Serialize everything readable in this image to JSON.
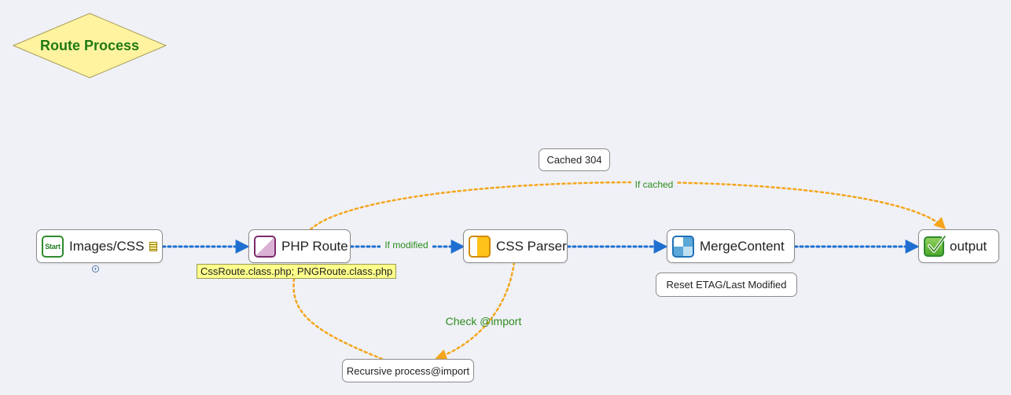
{
  "title": "Route Process",
  "nodes": {
    "images_css": {
      "label": "Images/CSS",
      "icon": "start-icon",
      "icon_text": "Start"
    },
    "php_route": {
      "label": "PHP Route",
      "icon": "php-file-icon"
    },
    "css_parser": {
      "label": "CSS Parser",
      "icon": "css-file-icon"
    },
    "merge_content": {
      "label": "MergeContent",
      "icon": "merge-icon"
    },
    "output": {
      "label": "output",
      "icon": "green-check-icon"
    }
  },
  "notes": {
    "cached": "Cached 304",
    "reset": "Reset ETAG/Last Modified",
    "recursive": "Recursive process@import"
  },
  "tooltip": "CssRoute.class.php; PNGRoute.class.php",
  "edge_labels": {
    "if_modified": "If modified",
    "if_cached": "If cached",
    "check_import": "Check @import"
  },
  "colors": {
    "flow": "#1f6fd1",
    "alternate": "#f5a51c",
    "label_green": "#2e8b1f",
    "title_fill": "#fff3a0"
  }
}
